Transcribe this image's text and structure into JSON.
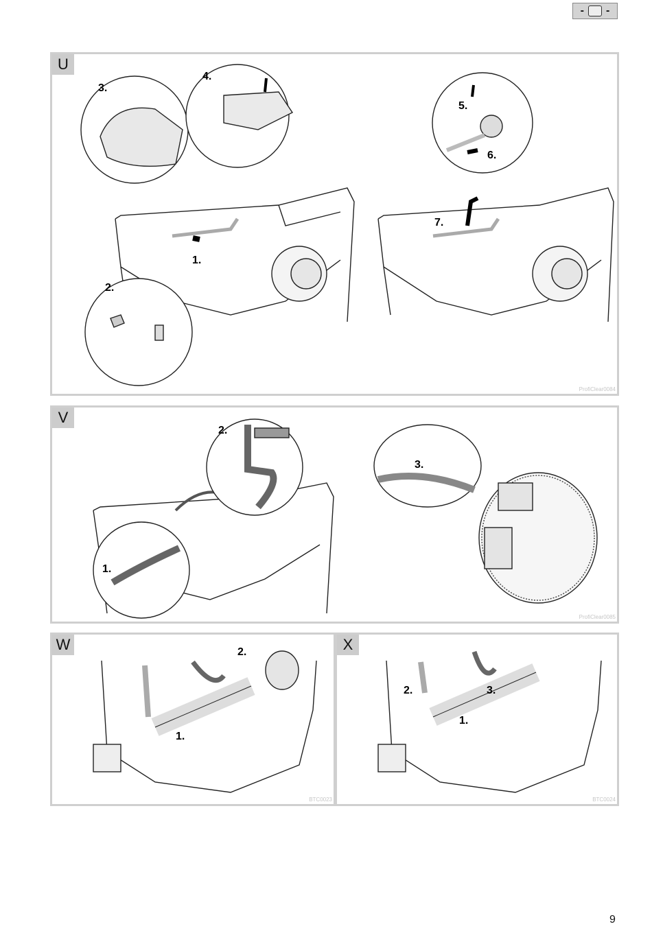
{
  "header": {
    "tab_left": "-",
    "tab_right": "-"
  },
  "panels": {
    "U": {
      "letter": "U",
      "code": "ProfiClear0084",
      "steps": {
        "s1": "1.",
        "s2": "2.",
        "s3": "3.",
        "s4": "4.",
        "s5": "5.",
        "s6": "6.",
        "s7": "7."
      }
    },
    "V": {
      "letter": "V",
      "code": "ProfiClear0085",
      "steps": {
        "s1": "1.",
        "s2": "2.",
        "s3": "3."
      }
    },
    "W": {
      "letter": "W",
      "code": "BTC0023",
      "steps": {
        "s1": "1.",
        "s2": "2."
      }
    },
    "X": {
      "letter": "X",
      "code": "BTC0024",
      "steps": {
        "s1": "1.",
        "s2": "2.",
        "s3": "3."
      }
    }
  },
  "page_number": "9"
}
